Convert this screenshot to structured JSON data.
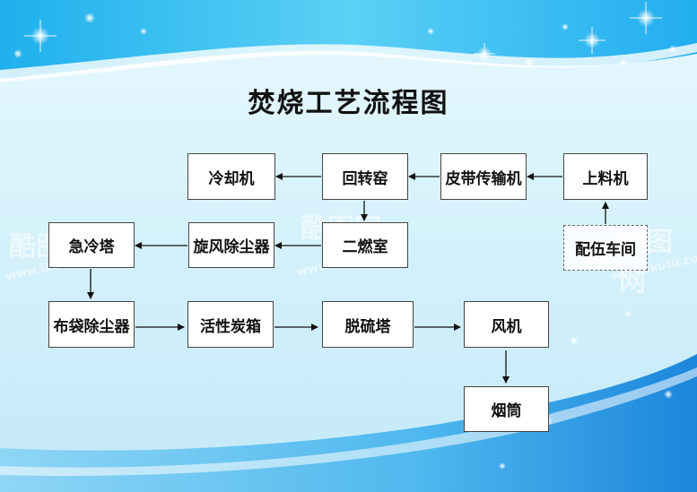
{
  "title": "焚烧工艺流程图",
  "nodes": [
    {
      "id": "cooler",
      "label": "冷却机"
    },
    {
      "id": "kiln",
      "label": "回转窑"
    },
    {
      "id": "belt",
      "label": "皮带传输机"
    },
    {
      "id": "feeder",
      "label": "上料机"
    },
    {
      "id": "quench",
      "label": "急冷塔"
    },
    {
      "id": "cyclone",
      "label": "旋风除尘器"
    },
    {
      "id": "secondary",
      "label": "二燃室"
    },
    {
      "id": "mixing",
      "label": "配伍车间"
    },
    {
      "id": "bagfilter",
      "label": "布袋除尘器"
    },
    {
      "id": "carbon",
      "label": "活性炭箱"
    },
    {
      "id": "desulf",
      "label": "脱硫塔"
    },
    {
      "id": "fan",
      "label": "风机"
    },
    {
      "id": "stack",
      "label": "烟筒"
    }
  ],
  "edges": [
    {
      "from": "mixing",
      "to": "feeder"
    },
    {
      "from": "feeder",
      "to": "belt"
    },
    {
      "from": "belt",
      "to": "kiln"
    },
    {
      "from": "kiln",
      "to": "cooler"
    },
    {
      "from": "kiln",
      "to": "secondary"
    },
    {
      "from": "secondary",
      "to": "cyclone"
    },
    {
      "from": "cyclone",
      "to": "quench"
    },
    {
      "from": "quench",
      "to": "bagfilter"
    },
    {
      "from": "bagfilter",
      "to": "carbon"
    },
    {
      "from": "carbon",
      "to": "desulf"
    },
    {
      "from": "desulf",
      "to": "fan"
    },
    {
      "from": "fan",
      "to": "stack"
    }
  ],
  "watermark": {
    "brand": "酷图网",
    "url": "www.ikutu.com"
  },
  "colors": {
    "sky_top": "#2fb6ee",
    "sky_mid": "#cdeefa",
    "sky_bottom": "#1f8fe0",
    "box_border": "#444444"
  }
}
